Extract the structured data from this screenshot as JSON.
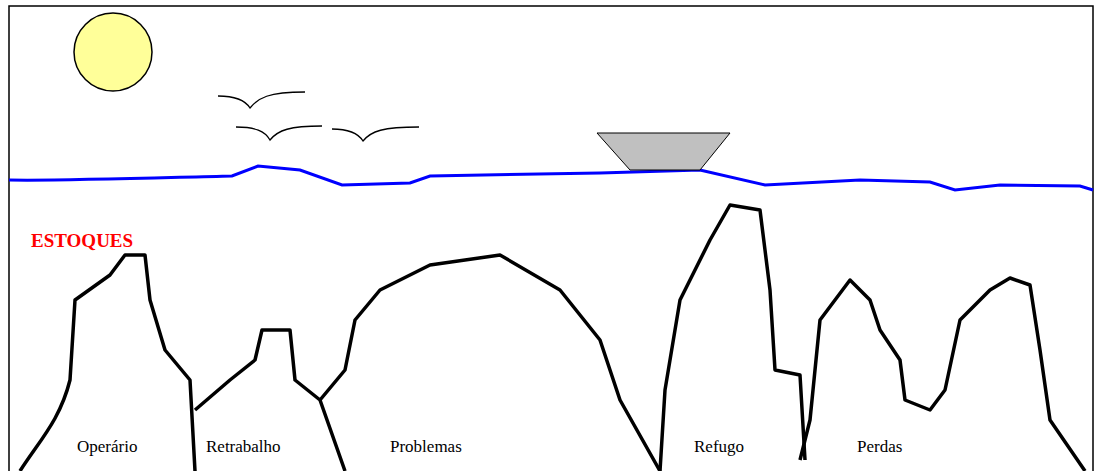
{
  "diagram": {
    "labels": [
      "ESTOQUES",
      "Operário",
      "Retrabalho",
      "Problemas",
      "Refugo",
      "Perdas"
    ]
  }
}
